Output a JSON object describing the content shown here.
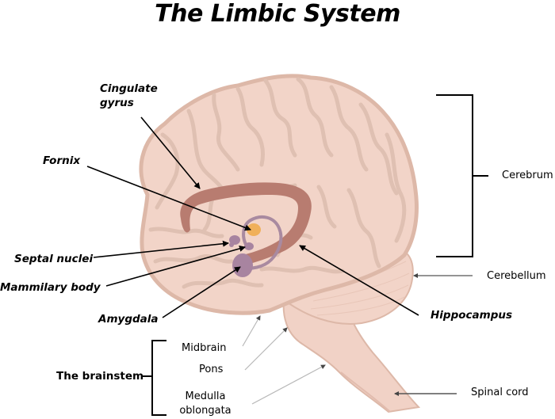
{
  "title": "The Limbic System",
  "labels": {
    "cingulate_gyrus": [
      "Cingulate",
      "gyrus"
    ],
    "fornix": "Fornix",
    "septal_nuclei": "Septal nuclei",
    "mammillary_body": "Mammilary body",
    "amygdala": "Amygdala",
    "hippocampus": "Hippocampus",
    "cerebrum": "Cerebrum",
    "cerebellum": "Cerebellum",
    "brainstem": "The brainstem",
    "midbrain": "Midbrain",
    "pons": "Pons",
    "medulla": [
      "Medulla",
      "oblongata"
    ],
    "spinal_cord": "Spinal cord"
  },
  "colors": {
    "brain_fill": "#f2d4c8",
    "brain_outline": "#ddb8a8",
    "sulci": "#dfc0b2",
    "cingulate": "#b87c70",
    "fornix": "#a98aa0",
    "limbic_nuclei": "#a884a0",
    "fornix_core": "#f0b05a",
    "brainstem": "#f1d2c6",
    "pointer_dark": "#000000",
    "pointer_light": "#b0b0b0"
  }
}
